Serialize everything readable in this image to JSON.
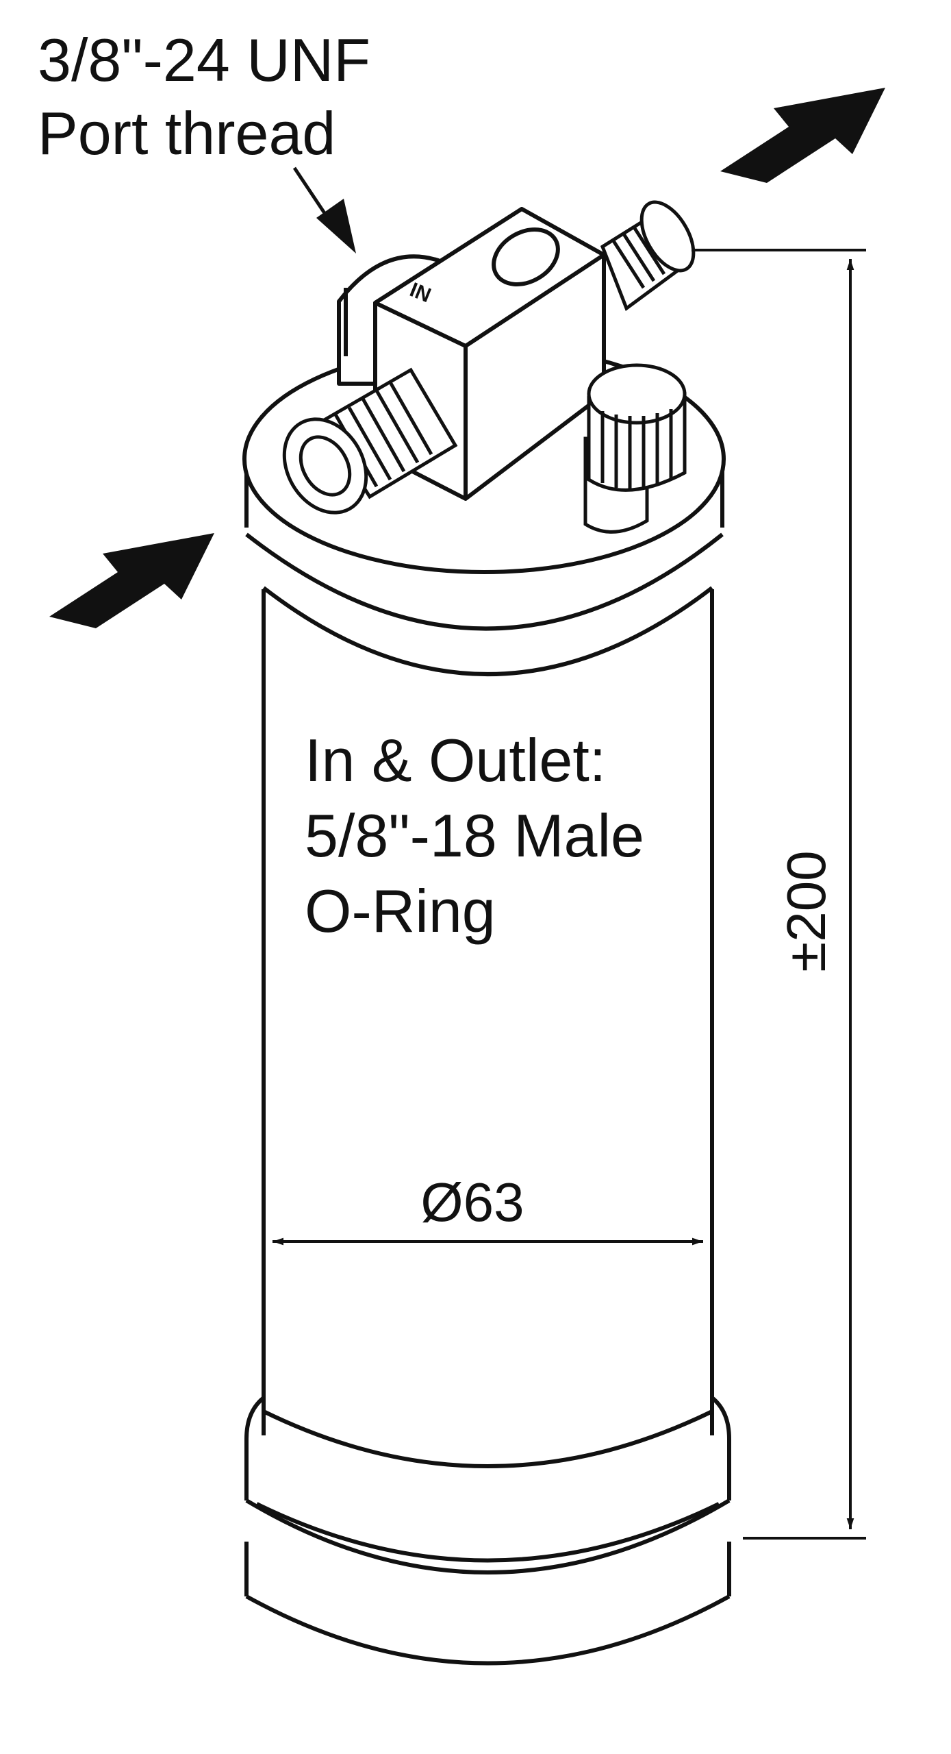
{
  "labels": {
    "port_thread_line1": "3/8\"-24 UNF",
    "port_thread_line2": "Port thread",
    "outlet_line1": "In & Outlet:",
    "outlet_line2": "5/8\"-18 Male",
    "outlet_line3": "O-Ring",
    "inlet_mark": "IN",
    "diameter": "Ø63",
    "height": "±200"
  },
  "colors": {
    "line": "#111111",
    "background": "#ffffff"
  }
}
